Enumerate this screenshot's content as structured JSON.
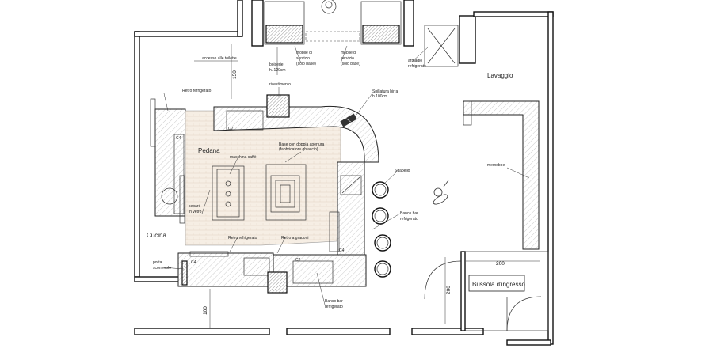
{
  "rooms": {
    "cucina": "Cucina",
    "pedana": "Pedana",
    "lavaggio": "Lavaggio",
    "bussola": "Bussola d'ingresso"
  },
  "labels": {
    "accesso_toilette": "accesso alle toilette",
    "boiserie": [
      "boiserie",
      "h. 120cm"
    ],
    "mobile_servizio_1": [
      "mobile di",
      "servizio",
      "(solo base)"
    ],
    "mobile_servizio_2": [
      "mobile di",
      "servizio",
      "(solo base)"
    ],
    "armadio": [
      "armadio",
      "refrigerato"
    ],
    "rivestimento": "rivestimento",
    "retro_refrigerato_top": "Retro refrigerato",
    "spillatura": [
      "Spillatura birra",
      "h.100cm"
    ],
    "base_doppia": [
      "Base con doppia apertura",
      "(fabbricatore ghiaccio)"
    ],
    "macchina_caffe": "macchina caffè",
    "separe": [
      "separé",
      "in vetro"
    ],
    "retro_refrigerato_bottom": "Retro refrigerato",
    "retro_gradoni": "Retro a gradoni",
    "sgabello": "Sgabello",
    "banco_bar_right": [
      "Banco bar",
      "refrigerato"
    ],
    "banco_bar_bottom": [
      "Banco bar",
      "refrigerato"
    ],
    "memoboe": "memoboe",
    "porta_scorrevole": [
      "porta",
      "scorrevole"
    ],
    "c2_top": "C2",
    "c2_bottom": "C2",
    "c4_left": "C4",
    "c4_bottom": "C4",
    "c4_right": "C4"
  },
  "dimensions": {
    "d150": "150",
    "d200_h": "200",
    "d200_v": "200",
    "d100": "100"
  },
  "colors": {
    "line": "#111111",
    "hatch": "#9a9a9a",
    "floor": "#f3ebe0"
  }
}
